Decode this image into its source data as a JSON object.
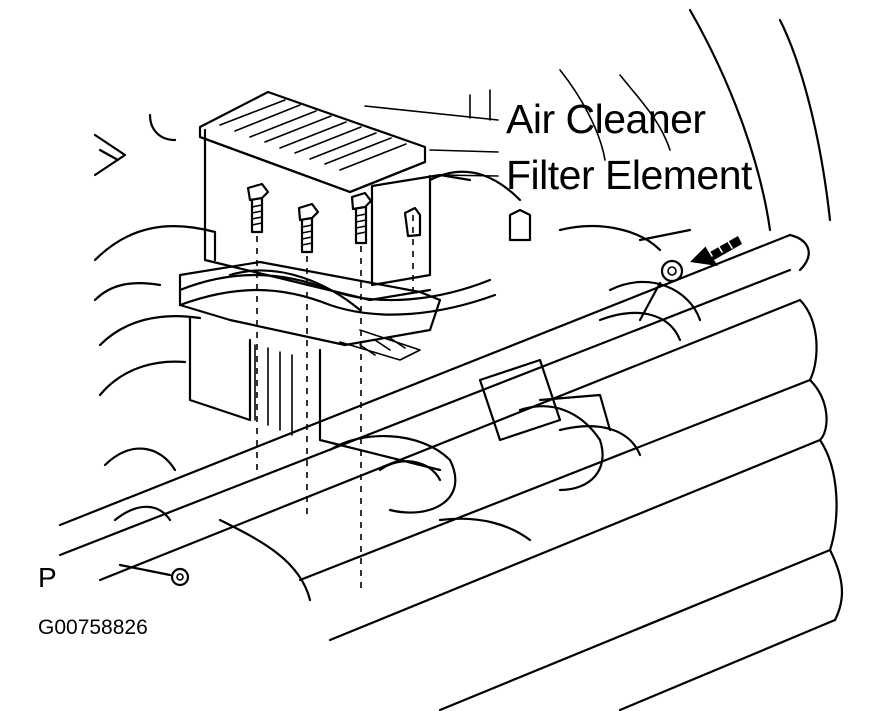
{
  "labels": {
    "line1": "Air Cleaner",
    "line2": "Filter Element",
    "view_code": "P",
    "figure_id": "G00758826"
  },
  "icons": [
    "arrow-indicator-icon"
  ],
  "colors": {
    "ink": "#000000",
    "background": "#ffffff"
  }
}
